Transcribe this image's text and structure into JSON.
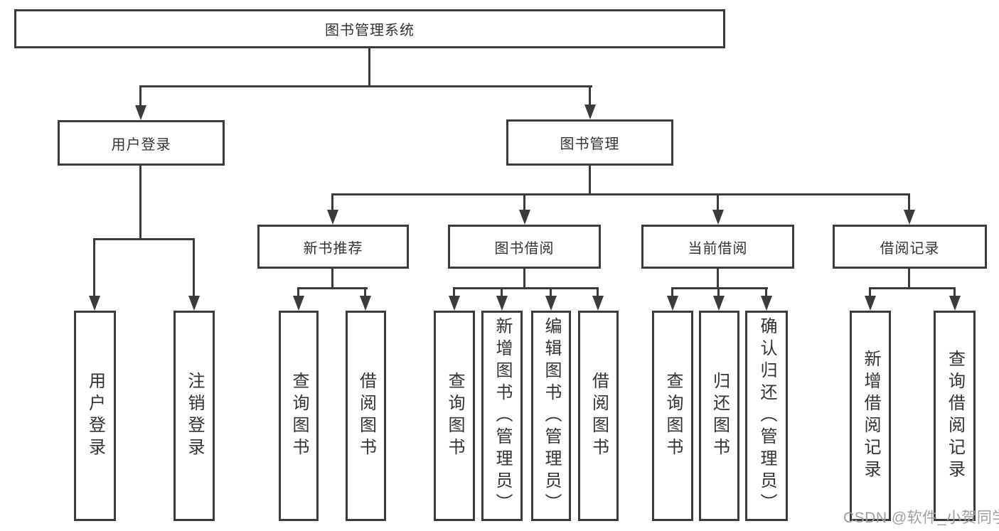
{
  "diagram": {
    "title": "图书管理系统",
    "root": {
      "label": "图书管理系统"
    },
    "level2": [
      {
        "label": "用户登录"
      },
      {
        "label": "图书管理"
      }
    ],
    "level3": [
      {
        "label": "新书推荐"
      },
      {
        "label": "图书借阅"
      },
      {
        "label": "当前借阅"
      },
      {
        "label": "借阅记录"
      }
    ],
    "leaves": {
      "user_login": [
        "用户登录",
        "注销登录"
      ],
      "new_book": [
        "查询图书",
        "借阅图书"
      ],
      "book_borrow": [
        "查询图书",
        "新增图书（管理员）",
        "编辑图书（管理员）",
        "借阅图书"
      ],
      "current_borrow": [
        "查询图书",
        "归还图书",
        "确认归还（管理员）"
      ],
      "borrow_record": [
        "新增借阅记录",
        "查询借阅记录"
      ]
    }
  },
  "watermark": "CSDN @软件_小贺同学",
  "colors": {
    "line": "#3b3b3b",
    "text": "#333333",
    "watermark": "#9e9e9e",
    "background": "#ffffff"
  }
}
